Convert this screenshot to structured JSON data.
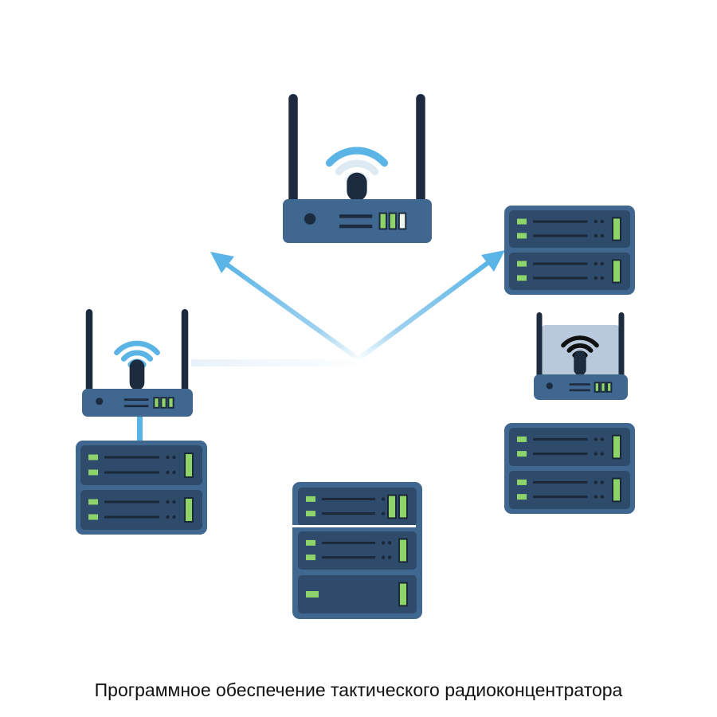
{
  "caption": "Программное обеспечение тактического радиоконцентратора",
  "colors": {
    "device_body": "#3f6790",
    "device_dark": "#1c2b3e",
    "unit_body": "#2f4b6b",
    "wifi_blue": "#5ab4e6",
    "led_green": "#8fd46a",
    "led_white": "#eef5ee",
    "arrow_blue": "#5ab4e6"
  },
  "devices": [
    {
      "type": "router",
      "name": "top-router"
    },
    {
      "type": "router",
      "name": "left-router"
    },
    {
      "type": "router",
      "name": "right-router"
    },
    {
      "type": "server",
      "name": "left-server",
      "units": 2
    },
    {
      "type": "server",
      "name": "right-top-server",
      "units": 2
    },
    {
      "type": "server",
      "name": "right-bottom-server",
      "units": 2
    },
    {
      "type": "server",
      "name": "center-server",
      "units": 3
    }
  ]
}
